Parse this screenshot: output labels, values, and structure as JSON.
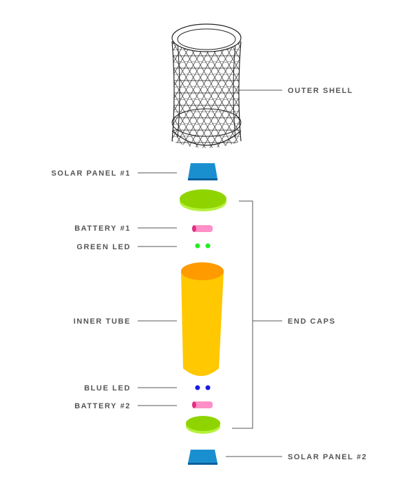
{
  "labels": {
    "outer_shell": "OUTER SHELL",
    "solar_panel_1": "SOLAR PANEL #1",
    "battery_1": "BATTERY #1",
    "green_led": "GREEN LED",
    "inner_tube": "INNER TUBE",
    "end_caps": "END CAPS",
    "blue_led": "BLUE LED",
    "battery_2": "BATTERY #2",
    "solar_panel_2": "SOLAR PANEL #2"
  },
  "colors": {
    "label_text": "#555555",
    "solar_panel": "#1a8fd0",
    "solar_panel_edge": "#0b5f9a",
    "end_cap": "#8fd400",
    "end_cap_edge": "#b5f23a",
    "battery": "#ff8fc6",
    "battery_end": "#e0307f",
    "green_led": "#22ee22",
    "blue_led": "#1a1adf",
    "inner_tube": "#ffc800",
    "inner_tube_top": "#ff9a00",
    "shell_line": "#222222"
  },
  "icons": {
    "outer_shell": "hexagon-mesh-cylinder",
    "solar_panel": "solar-panel-icon",
    "end_cap": "disc-icon",
    "battery": "battery-icon",
    "led": "led-dot-icon",
    "inner_tube": "cylinder-icon"
  }
}
